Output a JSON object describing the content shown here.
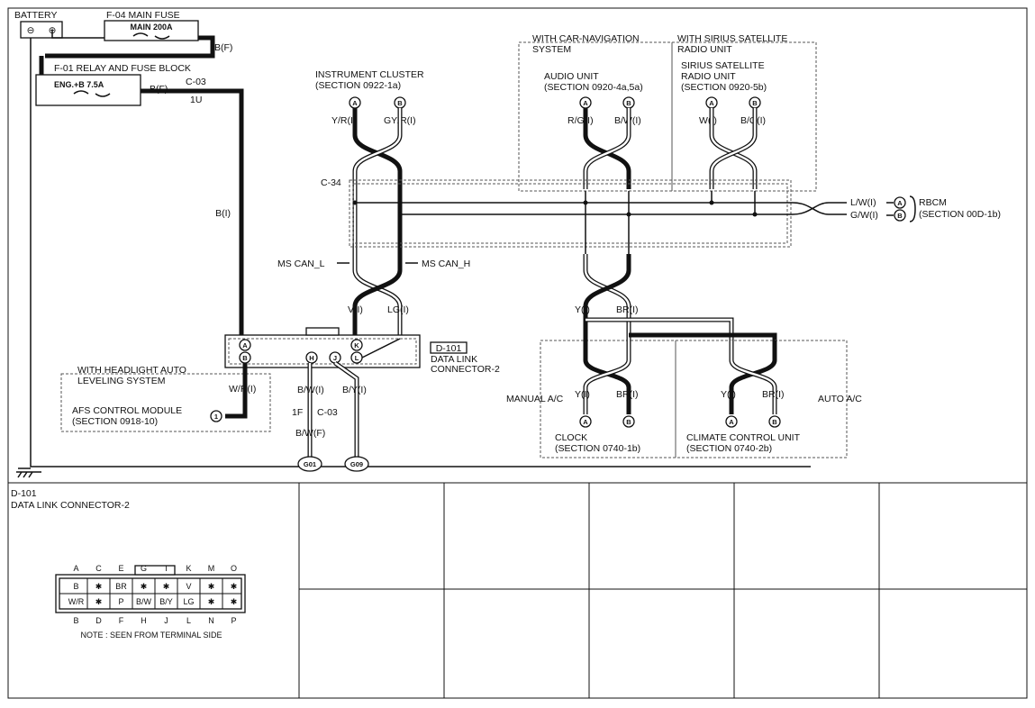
{
  "battery": {
    "label": "BATTERY",
    "minus": "⊖",
    "plus": "⊕"
  },
  "main_fuse": {
    "title": "F-04  MAIN FUSE",
    "rating": "MAIN 200A",
    "wire": "B(F)"
  },
  "relay_block": {
    "title": "F-01  RELAY AND FUSE BLOCK",
    "fuse": "ENG.+B 7.5A",
    "wire_out": "B(F)",
    "connector": "C-03",
    "pin": "1U",
    "wire_down": "B(I)"
  },
  "instrument_cluster": {
    "title": "INSTRUMENT CLUSTER",
    "section": "(SECTION 0922-1a)",
    "pin_a": "A",
    "pin_b": "B",
    "wire_a": "Y/R(I)",
    "wire_b": "GY/R(I)"
  },
  "car_nav": {
    "group": "WITH CAR-NAVIGATION",
    "group2": "SYSTEM",
    "title": "AUDIO UNIT",
    "section": "(SECTION 0920-4a,5a)",
    "pin_a": "A",
    "pin_b": "B",
    "wire_a": "R/G(I)",
    "wire_b": "B/W(I)"
  },
  "sirius": {
    "group": "WITH SIRIUS SATELLITE",
    "group2": "RADIO UNIT",
    "title": "SIRIUS SATELLITE",
    "title2": "RADIO UNIT",
    "section": "(SECTION 0920-5b)",
    "pin_a": "A",
    "pin_b": "B",
    "wire_a": "W(I)",
    "wire_b": "B/O(I)"
  },
  "splice": {
    "label": "C-34"
  },
  "rbcm": {
    "wire_a": "L/W(I)",
    "wire_b": "G/W(I)",
    "pin_a": "A",
    "pin_b": "B",
    "title": "RBCM",
    "section": "(SECTION 00D-1b)"
  },
  "can": {
    "low": "MS CAN_L",
    "high": "MS CAN_H",
    "wire_l": "V(I)",
    "wire_h": "LG(I)",
    "wire_y": "Y(I)",
    "wire_br": "BR(I)"
  },
  "dlc": {
    "id": "D-101",
    "title": "DATA LINK",
    "title2": "CONNECTOR-2",
    "pins": [
      "A",
      "B",
      "H",
      "J",
      "K",
      "L"
    ],
    "wire_h": "B/W(I)",
    "wire_j": "B/Y(I)",
    "conn": "C-03",
    "conn_pin": "1F",
    "wire_h2": "B/W(F)",
    "gnd1": "G01",
    "gnd2": "G09"
  },
  "afs": {
    "group": "WITH HEADLIGHT AUTO",
    "group2": "LEVELING SYSTEM",
    "wire": "W/R(I)",
    "title": "AFS CONTROL MODULE",
    "section": "(SECTION 0918-10)",
    "pin": "1"
  },
  "clock": {
    "mode": "MANUAL A/C",
    "wire_a": "Y(I)",
    "wire_b": "BR(I)",
    "pin_a": "A",
    "pin_b": "B",
    "title": "CLOCK",
    "section": "(SECTION 0740-1b)"
  },
  "climate": {
    "mode": "AUTO A/C",
    "wire_a": "Y(I)",
    "wire_b": "BR(I)",
    "pin_a": "A",
    "pin_b": "B",
    "title": "CLIMATE CONTROL UNIT",
    "section": "(SECTION 0740-2b)"
  },
  "connector_view": {
    "id": "D-101",
    "title": "DATA LINK CONNECTOR-2",
    "top_letters": [
      "A",
      "C",
      "E",
      "G",
      "I",
      "K",
      "M",
      "O"
    ],
    "bottom_letters": [
      "B",
      "D",
      "F",
      "H",
      "J",
      "L",
      "N",
      "P"
    ],
    "cells_top": [
      "B",
      "✱",
      "BR",
      "✱",
      "✱",
      "V",
      "✱",
      "✱"
    ],
    "cells_bottom": [
      "W/R",
      "✱",
      "P",
      "B/W",
      "B/Y",
      "LG",
      "✱",
      "✱"
    ],
    "note": "NOTE : SEEN FROM TERMINAL SIDE"
  }
}
